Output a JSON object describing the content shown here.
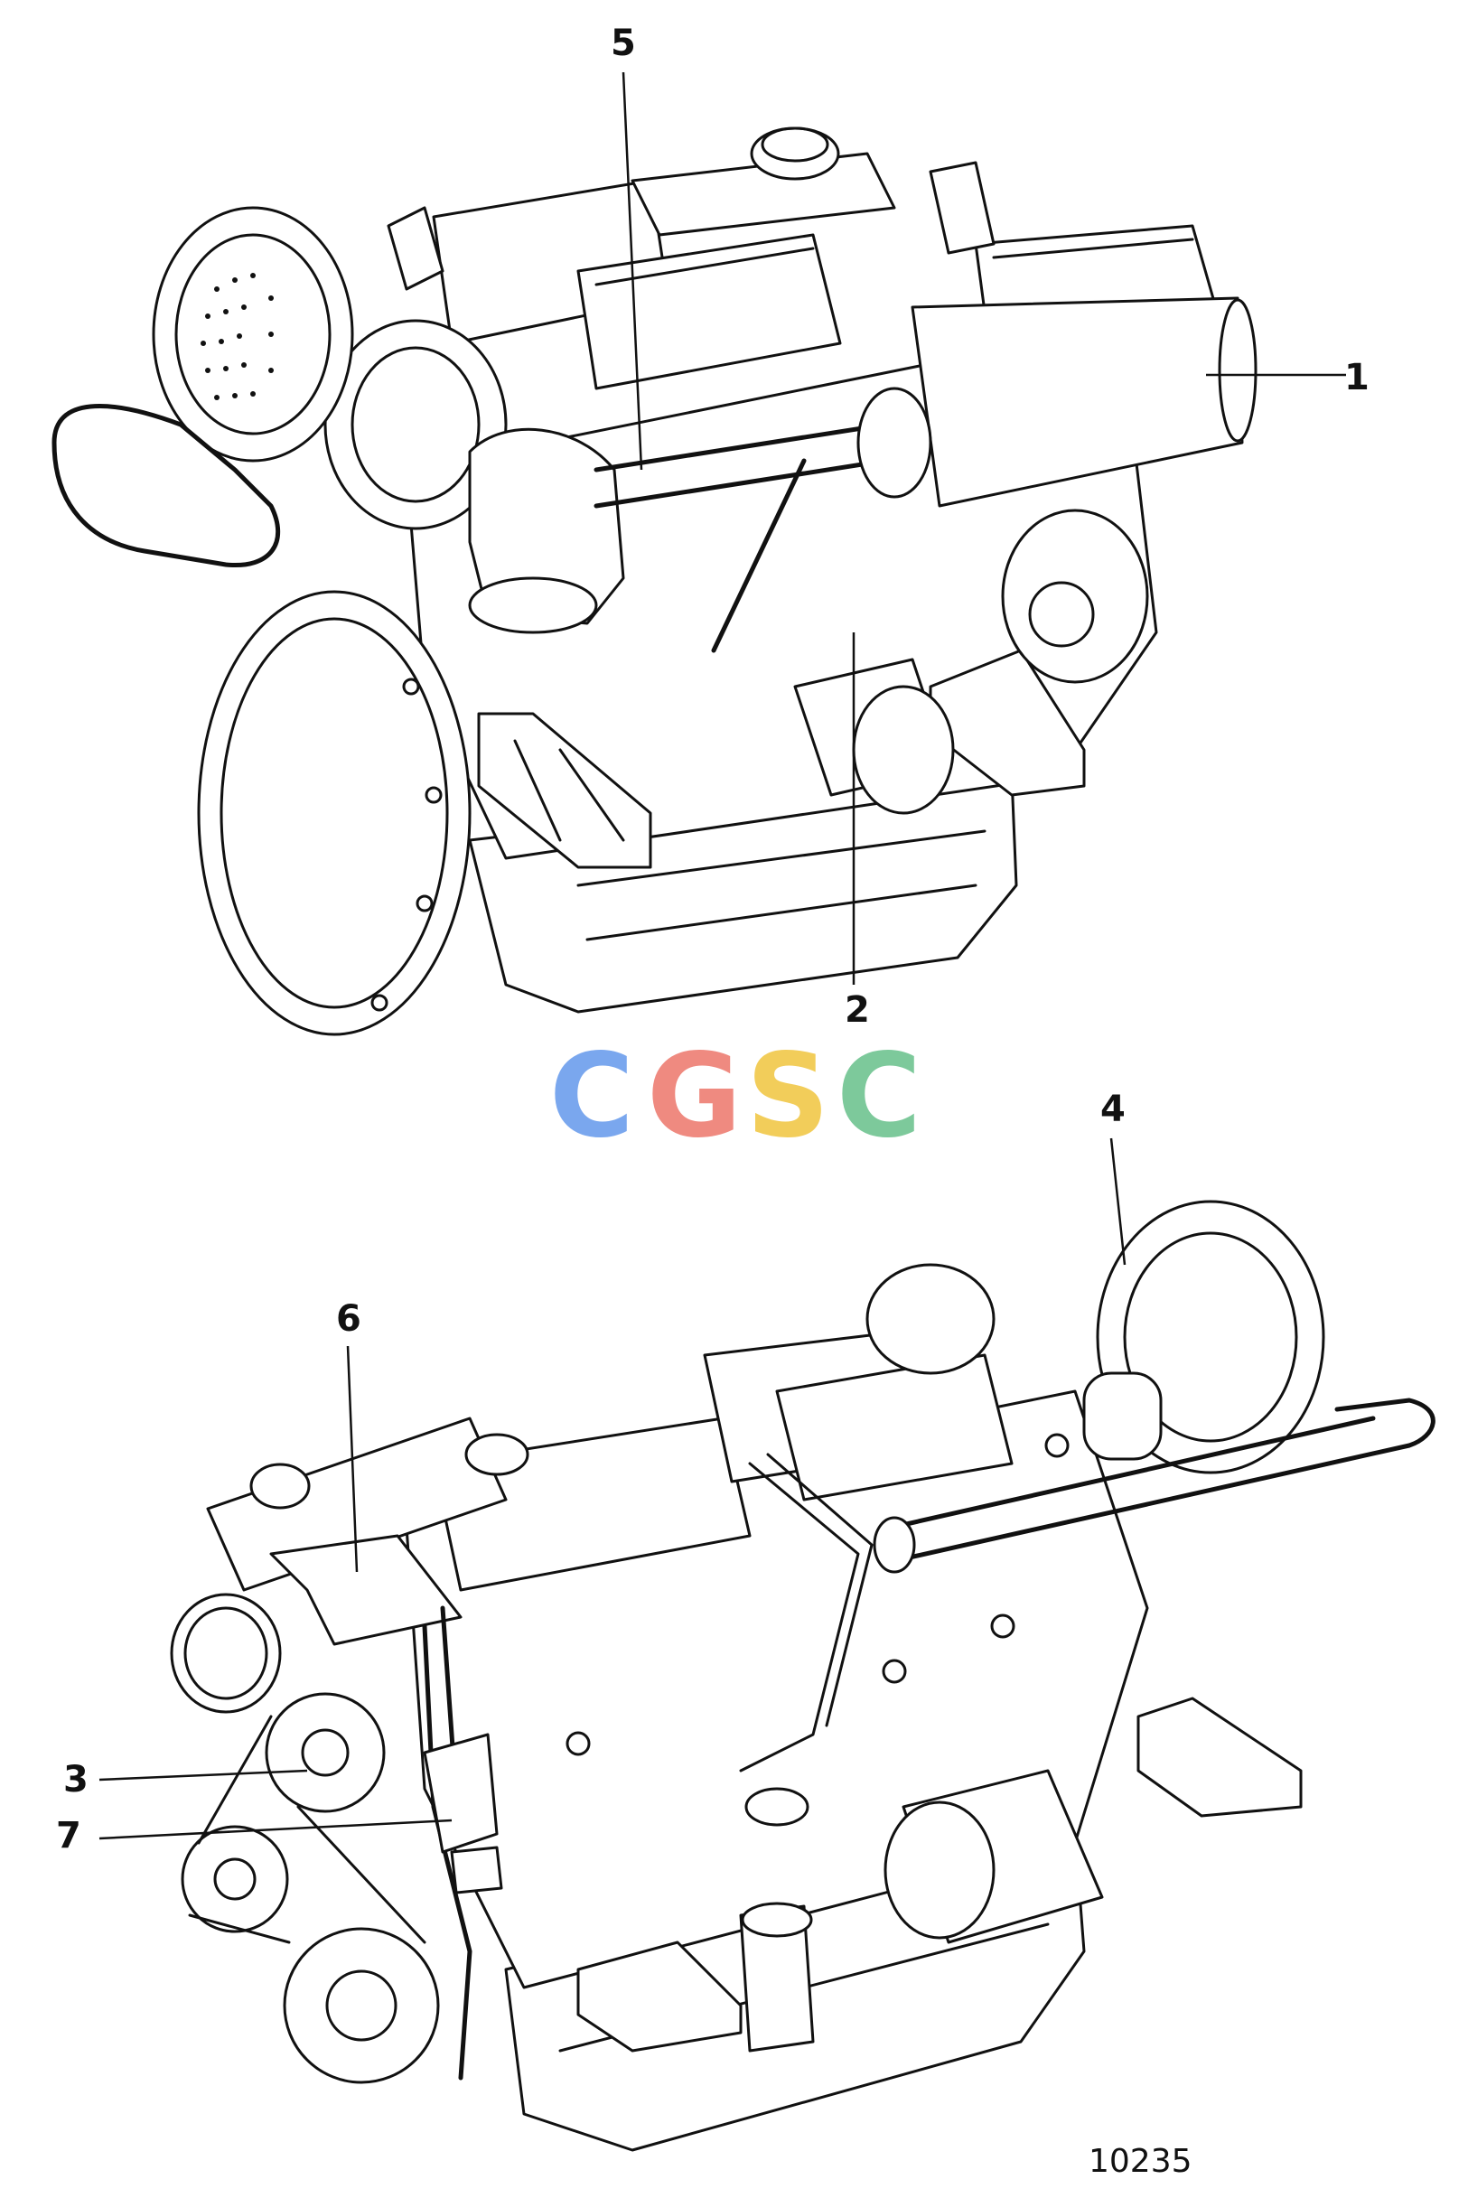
{
  "diagram": {
    "callouts": [
      {
        "id": "1",
        "label": "1"
      },
      {
        "id": "2",
        "label": "2"
      },
      {
        "id": "3",
        "label": "3"
      },
      {
        "id": "4",
        "label": "4"
      },
      {
        "id": "5",
        "label": "5"
      },
      {
        "id": "6",
        "label": "6"
      },
      {
        "id": "7",
        "label": "7"
      }
    ],
    "figure_number": "10235",
    "watermark": {
      "letters": [
        "C",
        "G",
        "S",
        "C"
      ],
      "colors": [
        "#7aa7ee",
        "#ef8a80",
        "#f2cd5a",
        "#7dc99b"
      ]
    }
  }
}
